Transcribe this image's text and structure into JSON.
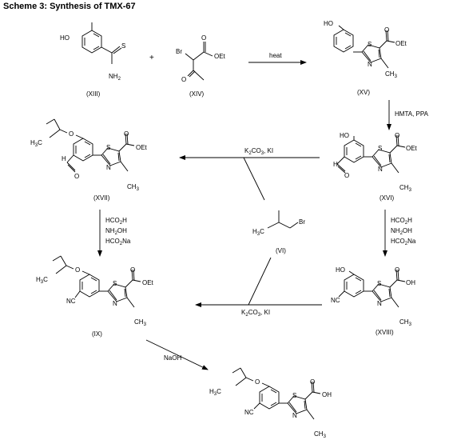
{
  "title": "Scheme 3: Synthesis of TMX-67",
  "compounds": {
    "XIII": "(XIII)",
    "XIV": "(XIV)",
    "XV": "(XV)",
    "XVI": "(XVI)",
    "XVII": "(XVII)",
    "XVIII": "(XVIII)",
    "IX": "(IX)",
    "VI": "(VI)"
  },
  "atoms": {
    "HO": "HO",
    "S": "S",
    "N": "N",
    "NH2_N": "NH",
    "NH2_sub": "2",
    "Br": "Br",
    "O": "O",
    "OEt": "OEt",
    "OH": "OH",
    "H": "H",
    "CH3_C": "CH",
    "CH3_sub": "3",
    "H3C_H": "H",
    "H3C_sub": "3",
    "H3C_C": "C",
    "NC": "NC",
    "plus": "+"
  },
  "reagents": {
    "heat": "heat",
    "hmta": "HMTA, PPA",
    "k2co3_k": "K",
    "k2co3_sub1": "2",
    "k2co3_co": "CO",
    "k2co3_sub2": "3",
    "k2co3_ki": ", KI",
    "hco2h_a": "HCO",
    "hco2h_sub": "2",
    "hco2h_b": "H",
    "nh2oh_a": "NH",
    "nh2oh_sub": "2",
    "nh2oh_b": "OH",
    "hco2na_a": "HCO",
    "hco2na_sub": "2",
    "hco2na_b": "Na",
    "naoh": "NaOH"
  }
}
